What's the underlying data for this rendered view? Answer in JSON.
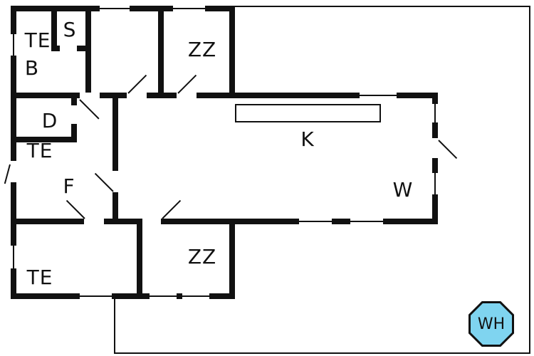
{
  "plan": {
    "type": "floor-plan",
    "background_color": "#ffffff",
    "wall_color": "#111111",
    "rooms": [
      {
        "id": "te-top-left",
        "label": "TE"
      },
      {
        "id": "sauna",
        "label": "S"
      },
      {
        "id": "bath",
        "label": "B"
      },
      {
        "id": "zz-top",
        "label": "ZZ"
      },
      {
        "id": "d-room",
        "label": "D"
      },
      {
        "id": "te-left",
        "label": "TE"
      },
      {
        "id": "f-hall",
        "label": "F"
      },
      {
        "id": "kitchen",
        "label": "K"
      },
      {
        "id": "living",
        "label": "W"
      },
      {
        "id": "te-bottom",
        "label": "TE"
      },
      {
        "id": "zz-bottom",
        "label": "ZZ"
      }
    ],
    "whirlpool": {
      "label": "WH",
      "color": "#7fd4f0"
    }
  }
}
